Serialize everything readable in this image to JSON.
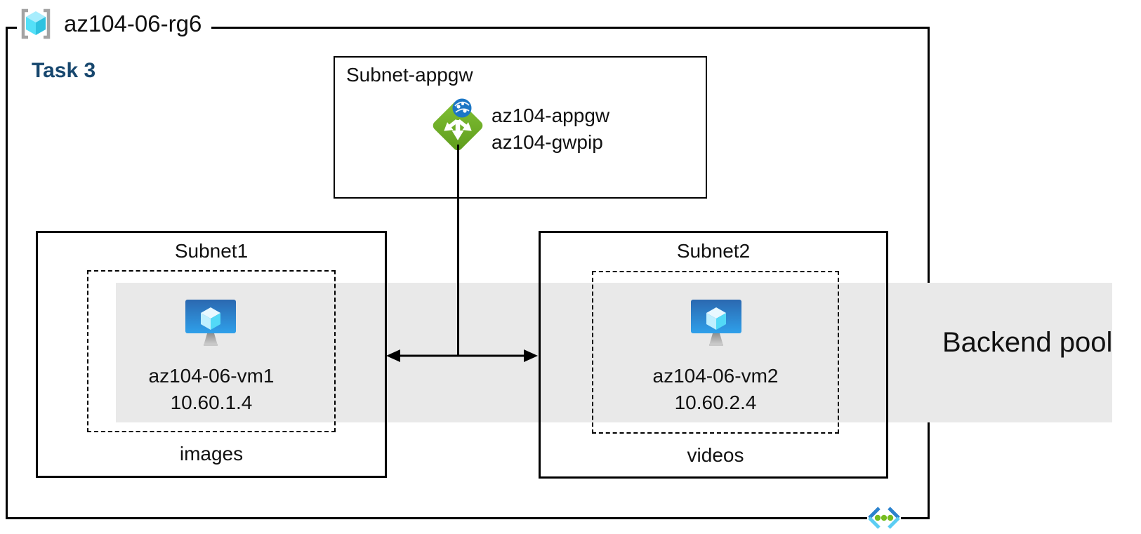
{
  "diagram": {
    "resource_group": {
      "name": "az104-06-rg6"
    },
    "task": {
      "label": "Task 3"
    },
    "appgw_subnet": {
      "label": "Subnet-appgw",
      "gateway_name": "az104-appgw",
      "gateway_public_ip": "az104-gwpip"
    },
    "subnet1": {
      "label": "Subnet1",
      "vm": {
        "name": "az104-06-vm1",
        "ip": "10.60.1.4"
      },
      "container_label": "images"
    },
    "subnet2": {
      "label": "Subnet2",
      "vm": {
        "name": "az104-06-vm2",
        "ip": "10.60.2.4"
      },
      "container_label": "videos"
    },
    "backend_pool": {
      "label": "Backend pool"
    },
    "icons": {
      "resource_group": "resource-group-icon",
      "application_gateway": "application-gateway-icon",
      "virtual_machine": "virtual-machine-icon",
      "virtual_network": "virtual-network-icon"
    },
    "colors": {
      "border_black": "#000000",
      "task_text": "#17476E",
      "backend_band_fill": "#E9E9E9",
      "gateway_green": "#76B82A",
      "gateway_globe_blue": "#1B76C5",
      "vm_screen_top": "#2B68B0",
      "vm_screen_bottom": "#2FA0EA",
      "cube_cyan": "#50E6FF",
      "bracket_gray": "#A3A3A3",
      "vnet_blue": "#2B82CE",
      "vnet_cyan": "#5BCDF3",
      "vnet_dot_green": "#76BC21"
    }
  }
}
